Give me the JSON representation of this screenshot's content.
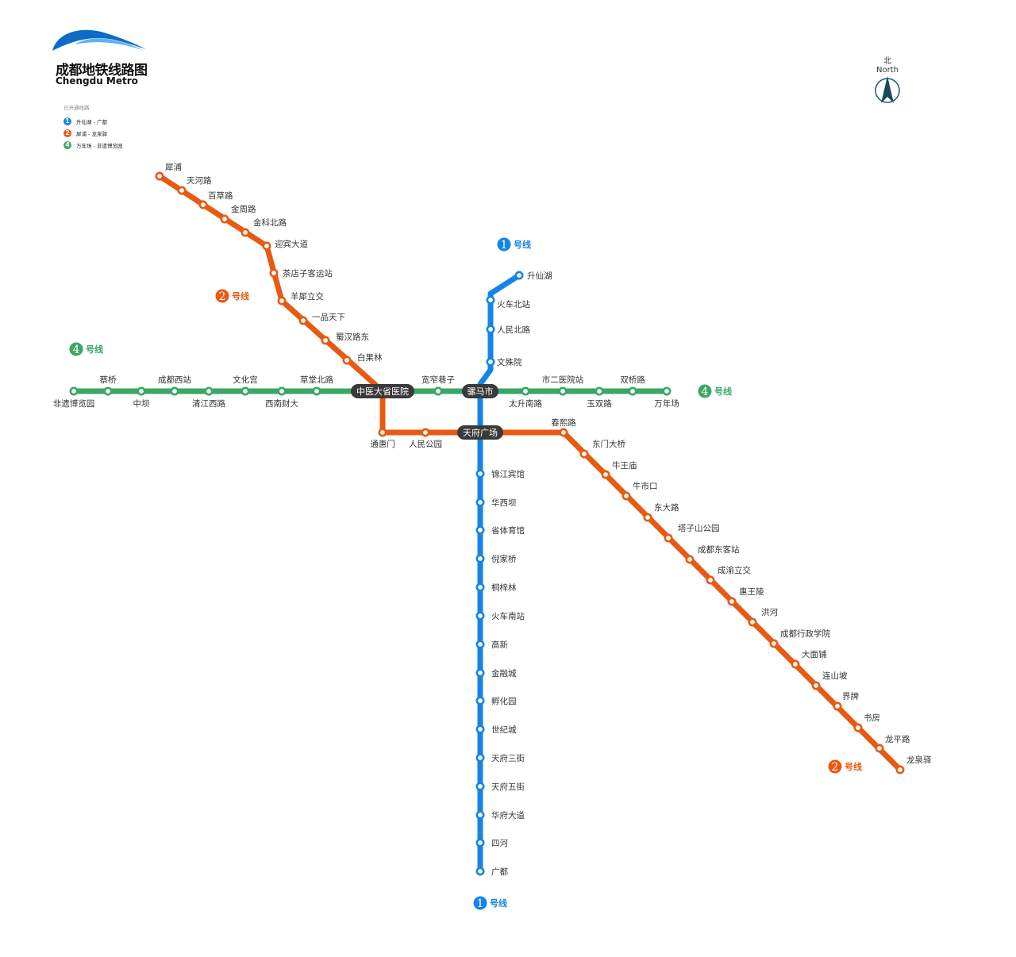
{
  "logo": {
    "title": "成都地铁线路图",
    "subtitle": "Chengdu Metro"
  },
  "legend": {
    "heading": "已开通线路",
    "items": [
      {
        "number": "1",
        "text": "升仙湖 - 广都",
        "color": "#1584E8"
      },
      {
        "number": "2",
        "text": "犀浦 - 龙泉驿",
        "color": "#E85A12"
      },
      {
        "number": "4",
        "text": "万年场 - 非遗博览园",
        "color": "#3AA764"
      }
    ]
  },
  "compass": {
    "cn": "北",
    "en": "North"
  },
  "line_suffix": "号线",
  "interchanges": [
    "中医大省医院",
    "骡马市",
    "天府广场"
  ],
  "lines": [
    {
      "number": "1",
      "color": "#1584E8",
      "stations": [
        "升仙湖",
        "火车北站",
        "人民北路",
        "文殊院",
        "骡马市",
        "天府广场",
        "锦江宾馆",
        "华西坝",
        "省体育馆",
        "倪家桥",
        "桐梓林",
        "火车南站",
        "高新",
        "金融城",
        "孵化园",
        "世纪城",
        "天府三街",
        "天府五街",
        "华府大道",
        "四河",
        "广都"
      ]
    },
    {
      "number": "2",
      "color": "#E85A12",
      "stations": [
        "犀浦",
        "天河路",
        "百草路",
        "金周路",
        "金科北路",
        "迎宾大道",
        "茶店子客运站",
        "羊犀立交",
        "一品天下",
        "蜀汉路东",
        "白果林",
        "中医大省医院",
        "通惠门",
        "人民公园",
        "天府广场",
        "春熙路",
        "东门大桥",
        "牛王庙",
        "牛市口",
        "东大路",
        "塔子山公园",
        "成都东客站",
        "成渝立交",
        "惠王陵",
        "洪河",
        "成都行政学院",
        "大面铺",
        "连山坡",
        "界牌",
        "书房",
        "龙平路",
        "龙泉驿"
      ]
    },
    {
      "number": "4",
      "color": "#3AA764",
      "stations": [
        "非遗博览园",
        "蔡桥",
        "中坝",
        "成都西站",
        "清江西路",
        "文化宫",
        "西南财大",
        "草堂北路",
        "中医大省医院",
        "宽窄巷子",
        "骡马市",
        "太升南路",
        "市二医院站",
        "玉双路",
        "双桥路",
        "万年场"
      ]
    }
  ]
}
